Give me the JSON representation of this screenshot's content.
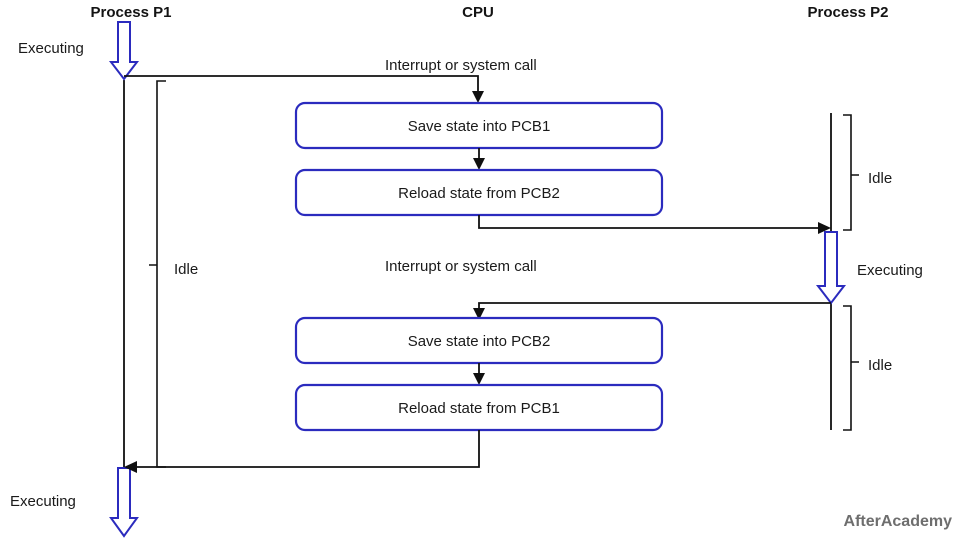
{
  "diagram": {
    "title_p1": "Process P1",
    "title_cpu": "CPU",
    "title_p2": "Process P2",
    "watermark": "AfterAcademy",
    "colors": {
      "box_stroke": "#2b2bbe",
      "line": "#101010",
      "text": "#1a1a1a",
      "watermark": "#6e6e6e",
      "background": "#ffffff"
    },
    "labels": {
      "p1_executing_top": "Executing",
      "p1_idle": "Idle",
      "p1_executing_bottom": "Executing",
      "p2_idle_top": "Idle",
      "p2_executing": "Executing",
      "p2_idle_bottom": "Idle",
      "interrupt_top": "Interrupt or system call",
      "interrupt_bottom": "Interrupt or system call"
    },
    "cpu_steps": [
      {
        "id": "save-pcb1",
        "text": "Save state into PCB1"
      },
      {
        "id": "reload-pcb2",
        "text": "Reload state from PCB2"
      },
      {
        "id": "save-pcb2",
        "text": "Save state into PCB2"
      },
      {
        "id": "reload-pcb1",
        "text": "Reload state from PCB1"
      }
    ]
  }
}
